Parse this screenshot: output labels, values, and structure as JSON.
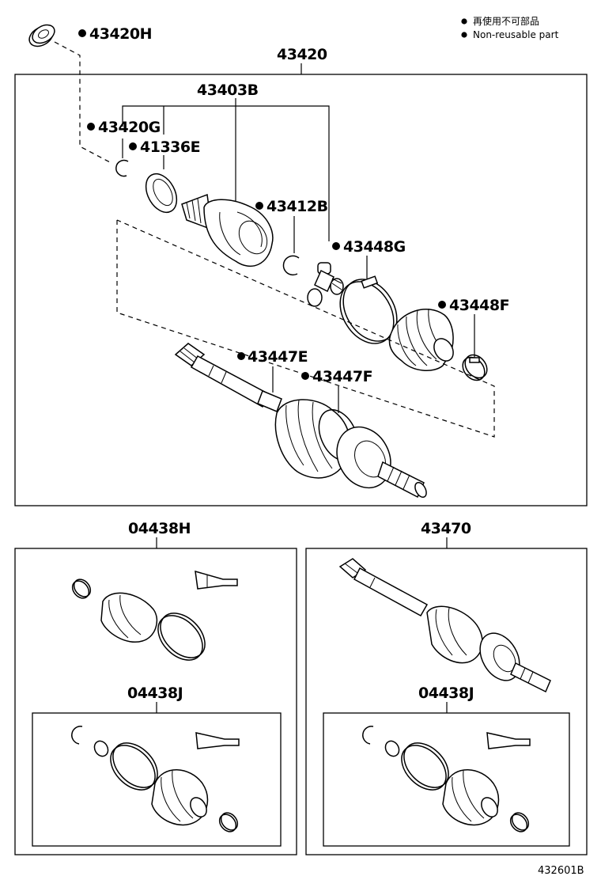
{
  "legend": {
    "bullet": "●",
    "line_jp": "再使用不可部品",
    "line_en": "Non-reusable part"
  },
  "footer": {
    "code": "432601B"
  },
  "callouts": {
    "p43420H": "43420H",
    "p43420": "43420",
    "p43403B": "43403B",
    "p43420G": "43420G",
    "p41336E": "41336E",
    "p43412B": "43412B",
    "p43448G": "43448G",
    "p43448F": "43448F",
    "p43447E": "43447E",
    "p43447F": "43447F",
    "p04438H": "04438H",
    "p43470": "43470",
    "p04438J_left": "04438J",
    "p04438J_right": "04438J"
  },
  "non_reusable": [
    "43420H",
    "43420G",
    "41336E",
    "43412B",
    "43448G",
    "43448F",
    "43447E",
    "43447F"
  ]
}
